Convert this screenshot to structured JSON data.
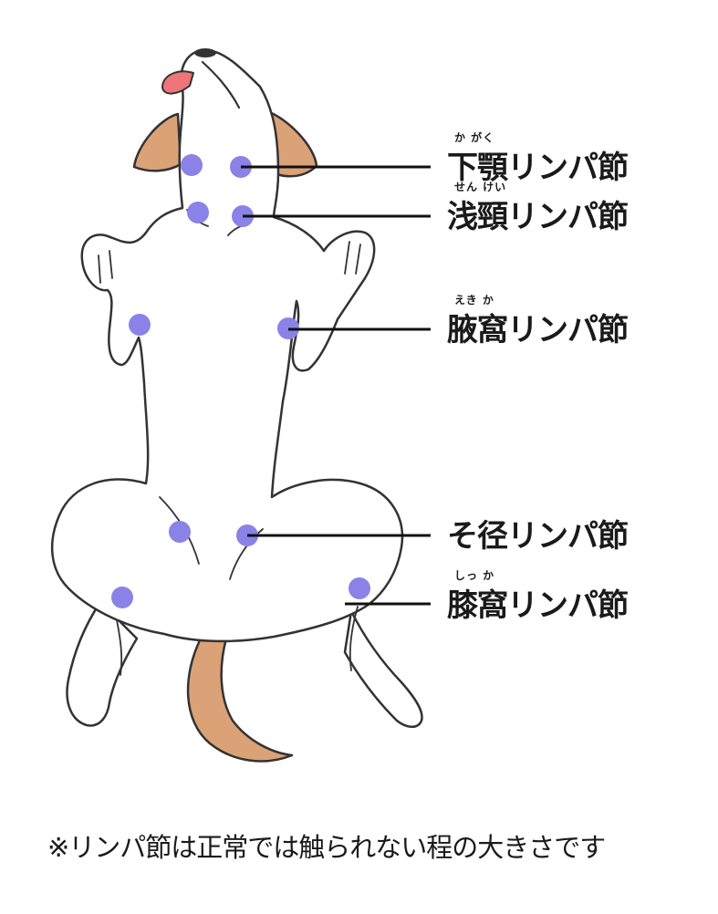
{
  "colors": {
    "outline": "#333333",
    "body_fill": "#ffffff",
    "ear_tail": "#dba277",
    "tongue": "#ef7578",
    "node": "#8a82e6",
    "leader": "#111111",
    "text": "#1a1a1a"
  },
  "labels": [
    {
      "ruby": "か  がく",
      "name": "下顎リンパ節"
    },
    {
      "ruby": "せん けい",
      "name": "浅頸リンパ節"
    },
    {
      "ruby": "えき  か",
      "name": "腋窩リンパ節"
    },
    {
      "ruby": "",
      "name": "そ径リンパ節"
    },
    {
      "ruby": "しっ  か",
      "name": "膝窩リンパ節"
    }
  ],
  "footnote": "※リンパ節は正常では触られない程の大きさです"
}
